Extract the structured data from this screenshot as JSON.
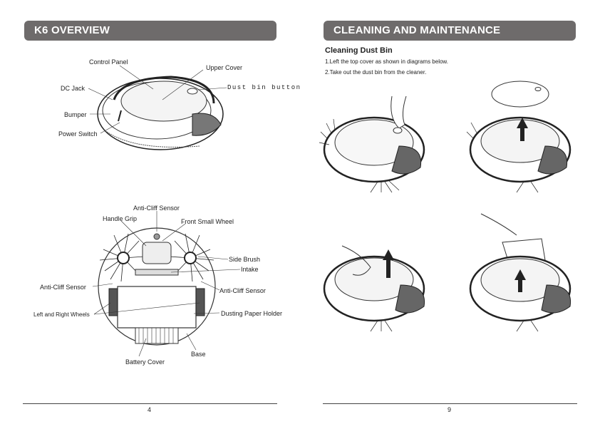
{
  "left_page": {
    "title": "K6 OVERVIEW",
    "page_number": "4",
    "top_labels": {
      "control_panel": "Control Panel",
      "upper_cover": "Upper Cover",
      "dc_jack": "DC Jack",
      "dust_bin_button": "Dust bin button",
      "bumper": "Bumper",
      "power_switch": "Power Switch"
    },
    "bottom_labels": {
      "anti_cliff_top": "Anti-Cliff Sensor",
      "handle_grip": "Handle Grip",
      "front_small_wheel": "Front Small Wheel",
      "side_brush": "Side Brush",
      "intake": "Intake",
      "anti_cliff_left": "Anti-Cliff Sensor",
      "anti_cliff_right": "Anti-Cliff Sensor",
      "wheels": "Left and Right Wheels",
      "dusting_paper_holder": "Dusting Paper Holder",
      "base": "Base",
      "battery_cover": "Battery Cover"
    }
  },
  "right_page": {
    "title": "CLEANING AND MAINTENANCE",
    "page_number": "9",
    "section_heading": "Cleaning Dust Bin",
    "steps": [
      "1.Left the top cover as shown in diagrams below.",
      "2.Take out the dust bin from the cleaner."
    ]
  }
}
